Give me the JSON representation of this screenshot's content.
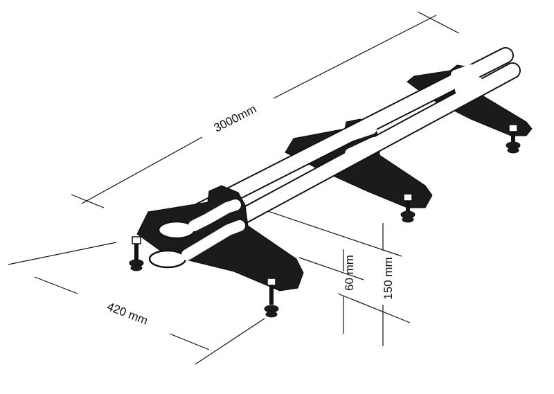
{
  "dimensions": {
    "length": "3000mm",
    "width": "420 mm",
    "height_lower": "60 mm",
    "height_upper": "150 mm"
  },
  "colors": {
    "ink": "#111111",
    "bracket": "#1b1b1b",
    "background": "#ffffff"
  }
}
